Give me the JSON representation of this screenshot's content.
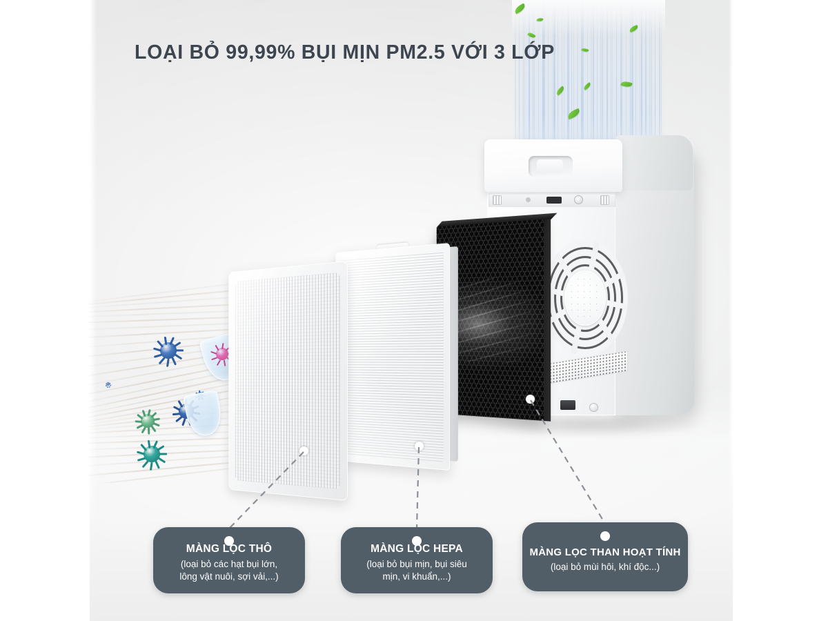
{
  "headline": "LOẠI BỎ 99,99% BỤI MỊN PM2.5 VỚI 3 LỚP",
  "theme": {
    "card_bg": "#515d67",
    "headline_color": "#3d4650",
    "background": "#e7e7e7",
    "airflow_blue": "#b0c8e8",
    "leaf_green": "#5fb32a"
  },
  "filters": [
    {
      "id": "pre-filter",
      "title": "MÀNG LỌC THÔ",
      "description": "(loại bỏ các hạt bụi lớn,\nlông vật nuôi, sợi vải,...)",
      "desc_line_1": "(loại bỏ các hạt bụi lớn,",
      "desc_line_2": "lông vật nuôi, sợi vải,...)"
    },
    {
      "id": "hepa-filter",
      "title": "MÀNG LỌC HEPA",
      "description": "(loại bỏ bụi mịn, bụi siêu\nmịn, vi khuẩn,...)",
      "desc_line_1": "(loại bỏ bụi mịn, bụi siêu",
      "desc_line_2": "mịn, vi khuẩn,...)"
    },
    {
      "id": "carbon-filter",
      "title": "MÀNG LỌC THAN HOẠT TÍNH",
      "description": "(loại bỏ mùi hôi, khí độc...)",
      "desc_line_1": "(loại bỏ mùi hôi, khí độc...)",
      "desc_line_2": ""
    }
  ],
  "product": {
    "type": "air-purifier",
    "layers_count": 3
  }
}
